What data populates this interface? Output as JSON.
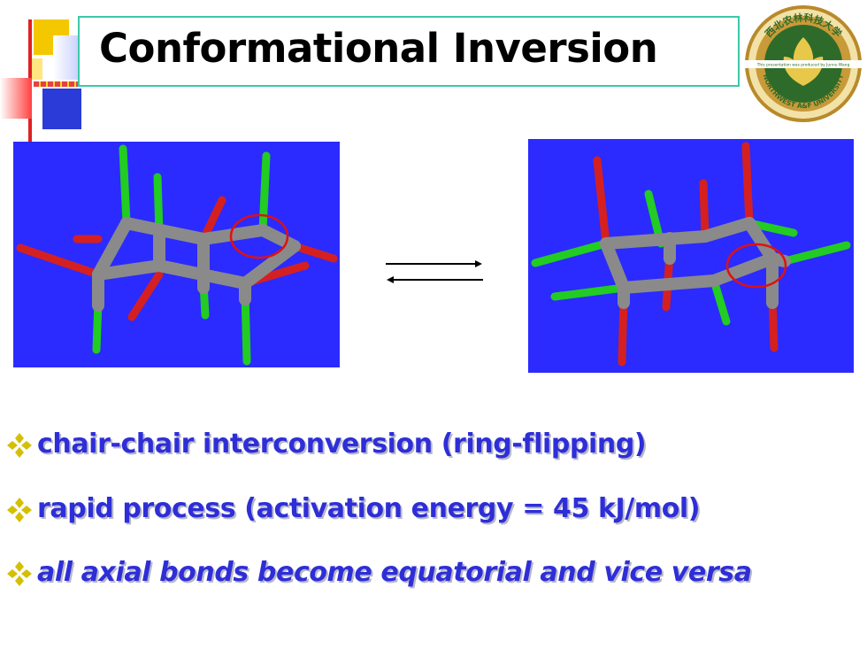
{
  "slide": {
    "title": "Conformational Inversion"
  },
  "logo": {
    "text_top": "西北农林科技大学",
    "text_bottom": "NORTHWEST A&F UNIVERSITY",
    "banner": "This presentation was produced by Junnu Wang",
    "icon": "university-seal-icon"
  },
  "figure": {
    "left_panel": "chair-conformation-1",
    "right_panel": "chair-conformation-2",
    "arrow": "equilibrium-arrows-icon"
  },
  "bullets": [
    {
      "text": "chair-chair interconversion (ring-flipping)",
      "italic": false
    },
    {
      "text": "rapid process (activation energy = 45 kJ/mol)",
      "italic": false
    },
    {
      "text": "all axial bonds become equatorial and vice versa",
      "italic": true
    }
  ],
  "colors": {
    "panel_bg": "#2b2bff",
    "bullet_text": "#2e2ed8",
    "carbon": "#8a8a8a",
    "hydrogen": "#22cc22",
    "red_atom": "#d42020",
    "highlight_circle": "#e01010"
  }
}
